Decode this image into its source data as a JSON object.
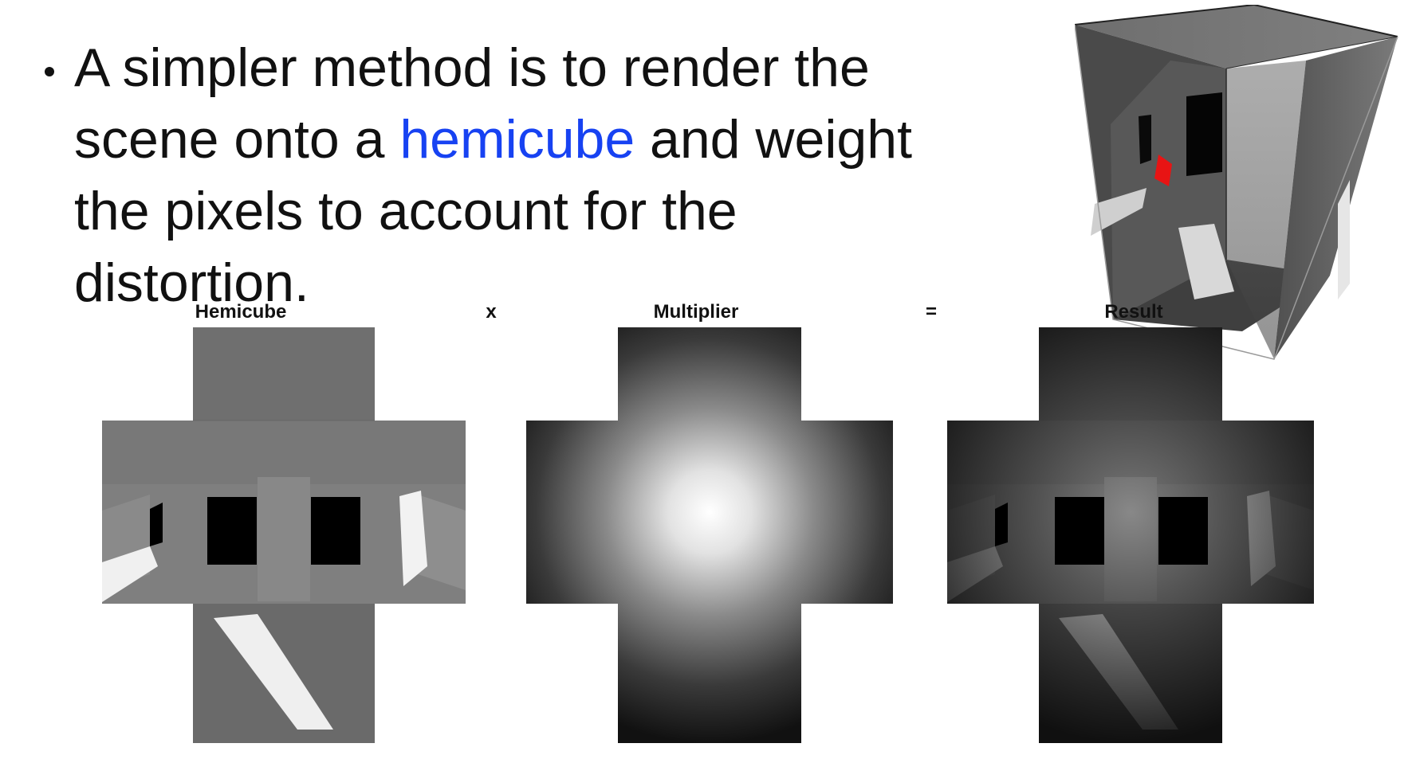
{
  "slide": {
    "bullet": {
      "text_before": "A simpler method is to render the",
      "text_line2_pre": "scene onto a ",
      "highlight": "hemicube",
      "text_line2_post": " and weight",
      "text_line3": "the pixels to account for the",
      "text_line4": "distortion."
    },
    "panels": {
      "hemicube_label": "Hemicube",
      "times_label": "x",
      "multiplier_label": "Multiplier",
      "equals_label": "=",
      "result_label": "Result"
    },
    "colors": {
      "text": "#111111",
      "highlight": "#1742f2",
      "accent_patch": "#e81414"
    }
  }
}
